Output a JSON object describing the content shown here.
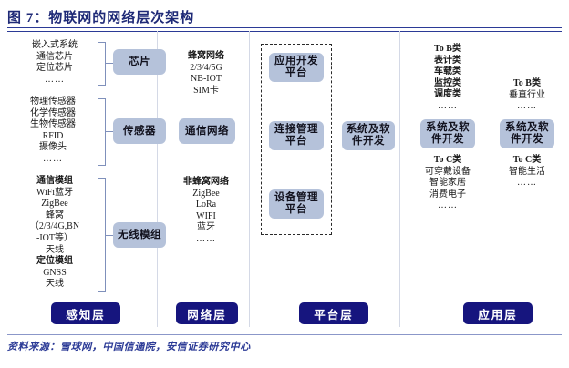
{
  "figure": {
    "title": "图 7：物联网的网络层次架构",
    "source": "资料来源：雪球网，中国信通院，安信证券研究中心"
  },
  "columns": [
    {
      "key": "perception",
      "layer_label": "感知层",
      "boxes": [
        {
          "label": "芯片"
        },
        {
          "label": "传感器"
        },
        {
          "label": "无线模组"
        }
      ],
      "groups": [
        {
          "lines": [
            {
              "text": "嵌入式系统",
              "bold": false
            },
            {
              "text": "通信芯片",
              "bold": false
            },
            {
              "text": "定位芯片",
              "bold": false
            },
            {
              "text": "……",
              "bold": false
            }
          ]
        },
        {
          "lines": [
            {
              "text": "物理传感器",
              "bold": false
            },
            {
              "text": "化学传感器",
              "bold": false
            },
            {
              "text": "生物传感器",
              "bold": false
            },
            {
              "text": "RFID",
              "bold": false
            },
            {
              "text": "摄像头",
              "bold": false
            },
            {
              "text": "……",
              "bold": false
            }
          ]
        },
        {
          "lines": [
            {
              "text": "通信模组",
              "bold": true
            },
            {
              "text": "WiFi蓝牙",
              "bold": false
            },
            {
              "text": "ZigBee",
              "bold": false
            },
            {
              "text": "蜂窝",
              "bold": false
            },
            {
              "text": "（2/3/4G,BN",
              "bold": false
            },
            {
              "text": "-IOT等）",
              "bold": false
            },
            {
              "text": "天线",
              "bold": false
            },
            {
              "text": "定位模组",
              "bold": true
            },
            {
              "text": "GNSS",
              "bold": false
            },
            {
              "text": "天线",
              "bold": false
            }
          ]
        }
      ]
    },
    {
      "key": "network",
      "layer_label": "网络层",
      "boxes": [
        {
          "label": "通信网络"
        }
      ],
      "groups": [
        {
          "lines": [
            {
              "text": "蜂窝网络",
              "bold": true
            },
            {
              "text": "2/3/4/5G",
              "bold": false
            },
            {
              "text": "NB-IOT",
              "bold": false
            },
            {
              "text": "SIM卡",
              "bold": false
            }
          ]
        },
        {
          "lines": [
            {
              "text": "非蜂窝网络",
              "bold": true
            },
            {
              "text": "ZigBee",
              "bold": false
            },
            {
              "text": "LoRa",
              "bold": false
            },
            {
              "text": "WIFI",
              "bold": false
            },
            {
              "text": "蓝牙",
              "bold": false
            },
            {
              "text": "……",
              "bold": false
            }
          ]
        }
      ]
    },
    {
      "key": "platform",
      "layer_label": "平台层",
      "dashed_boxes": [
        {
          "label": "应用开发\n平台"
        },
        {
          "label": "连接管理\n平台"
        },
        {
          "label": "设备管理\n平台"
        }
      ],
      "boxes": [
        {
          "label": "系统及软\n件开发"
        }
      ]
    },
    {
      "key": "application",
      "layer_label": "应用层",
      "subcolumns": [
        {
          "top_lines": [
            {
              "text": "To B类",
              "bold": true
            },
            {
              "text": "表计类",
              "bold": true
            },
            {
              "text": "车载类",
              "bold": true
            },
            {
              "text": "监控类",
              "bold": true
            },
            {
              "text": "调度类",
              "bold": true
            },
            {
              "text": "……",
              "bold": false
            }
          ],
          "box": {
            "label": "系统及软\n件开发"
          },
          "bottom_lines": [
            {
              "text": "To C类",
              "bold": true
            },
            {
              "text": "可穿戴设备",
              "bold": false
            },
            {
              "text": "智能家居",
              "bold": false
            },
            {
              "text": "消费电子",
              "bold": false
            },
            {
              "text": "……",
              "bold": false
            }
          ]
        },
        {
          "top_lines": [
            {
              "text": "To B类",
              "bold": true
            },
            {
              "text": "垂直行业",
              "bold": false
            },
            {
              "text": "……",
              "bold": false
            }
          ],
          "box": {
            "label": "系统及软\n件开发"
          },
          "bottom_lines": [
            {
              "text": "To C类",
              "bold": true
            },
            {
              "text": "智能生活",
              "bold": false
            },
            {
              "text": "……",
              "bold": false
            }
          ]
        }
      ]
    }
  ],
  "colors": {
    "box_fill": "#b5c2da",
    "layer_chip": "#16157e",
    "rule": "#2b3a96",
    "title": "#1f2a77",
    "divider": "#d4d9e6",
    "bracket": "#7f90bb"
  }
}
